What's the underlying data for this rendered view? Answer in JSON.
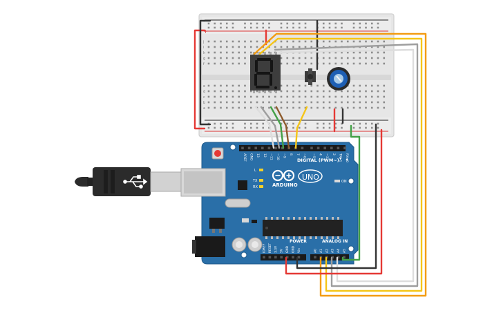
{
  "board": {
    "brand": "ARDUINO",
    "model": "UNO",
    "digital_header": "DIGITAL (PWM~)",
    "power_header": "POWER",
    "analog_header": "ANALOG IN",
    "tx": "TX",
    "rx": "RX",
    "l": "L",
    "on": "ON",
    "digital_pins": [
      "AREF",
      "GND",
      "13",
      "12",
      "~11",
      "~10",
      "~9",
      "8",
      "7",
      "~6",
      "~5",
      "4",
      "~3",
      "2",
      "TX▶1",
      "RX◀0"
    ],
    "power_pins": [
      "IOREF",
      "RESET",
      "3.3V",
      "5V",
      "GND",
      "GND",
      "Vin"
    ],
    "analog_pins": [
      "A0",
      "A1",
      "A2",
      "A3",
      "A4",
      "A5"
    ]
  },
  "breadboard": {
    "rail_plus": "+",
    "rail_minus": "-",
    "row_letters_top": [
      "j",
      "i",
      "h",
      "g",
      "f"
    ],
    "row_letters_bottom": [
      "e",
      "d",
      "c",
      "b",
      "a"
    ]
  },
  "display": {
    "digit": "8."
  },
  "colors": {
    "board": "#2a6fa8",
    "breadboard": "#e8e8e8",
    "wire_red": "#e53935",
    "wire_black": "#333333",
    "wire_orange": "#f39c12",
    "wire_yellow": "#f5c518",
    "wire_green": "#43a047",
    "wire_white": "#dddddd",
    "wire_gray": "#9e9e9e",
    "wire_brown": "#8d5a2b",
    "pot": "#1e5fb4"
  }
}
